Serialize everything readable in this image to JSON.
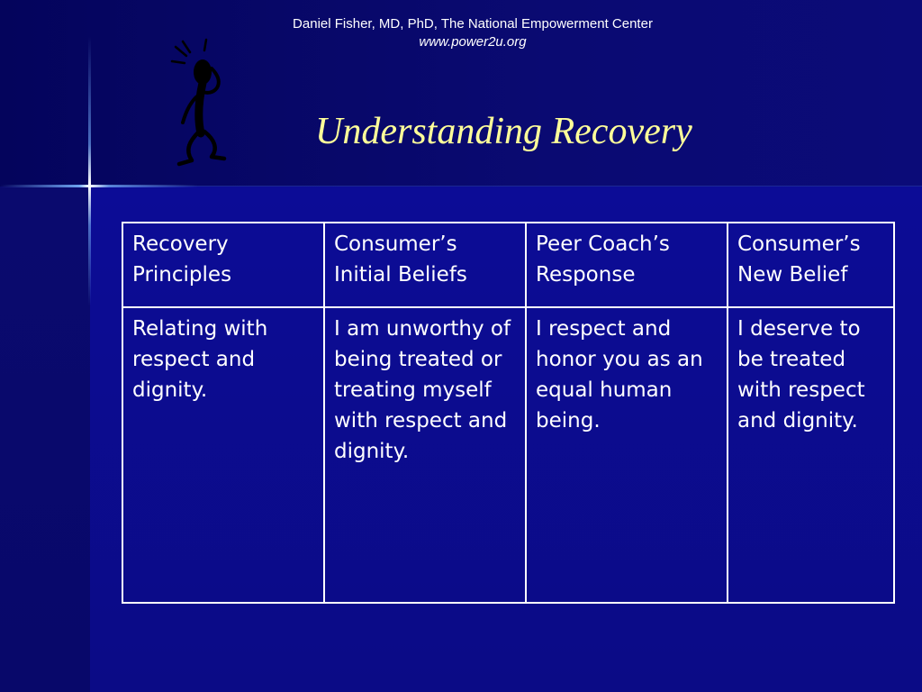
{
  "header": {
    "author_line": "Daniel Fisher, MD, PhD,  The National Empowerment Center",
    "url": "www.power2u.org"
  },
  "title": "Understanding Recovery",
  "figure": {
    "icon": "stick-figure-thinking-icon"
  },
  "table": {
    "headers": [
      "Recovery Principles",
      "Consumer’s Initial Beliefs",
      "Peer Coach’s Response",
      "Consumer’s New Belief"
    ],
    "rows": [
      [
        "Relating with respect and dignity.",
        "I am unworthy of being treated or treating myself with respect and dignity.",
        "I respect and honor you as an equal human being.",
        "I deserve to be treated with respect and dignity."
      ]
    ]
  },
  "colors": {
    "background": "#0b0b86",
    "title": "#ffff99",
    "text": "#ffffff"
  }
}
